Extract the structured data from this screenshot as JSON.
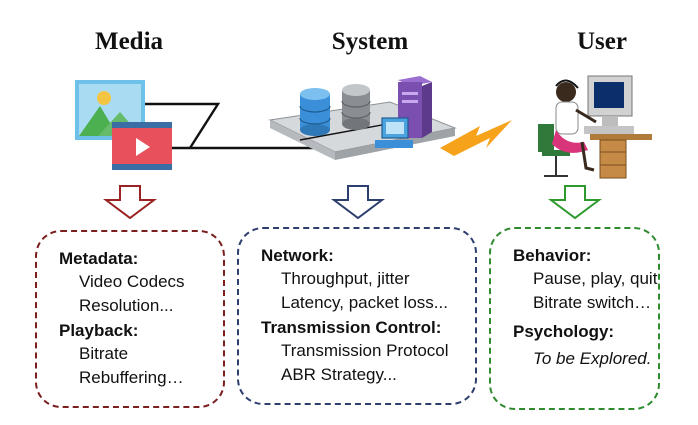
{
  "columns": {
    "media": {
      "title": "Media",
      "sections": [
        {
          "heading": "Metadata:",
          "items": [
            "Video Codecs",
            "Resolution..."
          ]
        },
        {
          "heading": "Playback:",
          "items": [
            "Bitrate",
            "Rebuffering…"
          ]
        }
      ],
      "color": "#7a1e1e"
    },
    "system": {
      "title": "System",
      "sections": [
        {
          "heading": "Network:",
          "items": [
            "Throughput, jitter",
            "Latency, packet loss..."
          ]
        },
        {
          "heading": "Transmission Control:",
          "items": [
            "Transmission Protocol",
            "ABR Strategy..."
          ]
        }
      ],
      "color": "#2c3f6e"
    },
    "user": {
      "title": "User",
      "sections": [
        {
          "heading": "Behavior:",
          "items": [
            "Pause, play, quit",
            "Bitrate switch…"
          ]
        },
        {
          "heading": "Psychology:",
          "items": [
            "To be Explored."
          ]
        }
      ],
      "color": "#2e8b2e"
    }
  },
  "icons": [
    "image-icon",
    "video-icon",
    "database-icon",
    "server-tower-icon",
    "computer-monitor-icon",
    "lightning-icon",
    "user-at-desk-icon",
    "arrow-down-icon"
  ]
}
